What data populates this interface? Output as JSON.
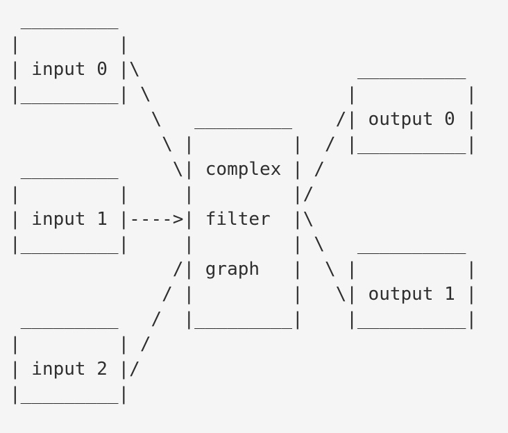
{
  "page": {
    "background_color": "#f5f5f5",
    "text_color": "#2e2e2e"
  },
  "diagram": {
    "type": "ascii-flow-diagram",
    "subject": "complex filtergraph",
    "ascii": " _________\n|         |\n| input 0 |\\                    __________\n|_________| \\                  |          |\n             \\   _________    /| output 0 |\n              \\ |         |  / |__________|\n _________     \\| complex | /\n|         |     |         |/\n| input 1 |---->| filter  |\\\n|_________|     |         | \\   __________\n               /| graph   |  \\ |          |\n              / |         |   \\| output 1 |\n _________   /  |_________|    |__________|\n|         | /\n| input 2 |/\n|_________|",
    "nodes": [
      {
        "id": "input-0",
        "label": "input 0"
      },
      {
        "id": "input-1",
        "label": "input 1"
      },
      {
        "id": "input-2",
        "label": "input 2"
      },
      {
        "id": "filtergraph",
        "label_lines": [
          "complex",
          "filter",
          "graph"
        ]
      },
      {
        "id": "output-0",
        "label": "output 0"
      },
      {
        "id": "output-1",
        "label": "output 1"
      }
    ],
    "edges": [
      {
        "from": "input-0",
        "to": "filtergraph",
        "style": "backslash-line"
      },
      {
        "from": "input-1",
        "to": "filtergraph",
        "style": "arrow ---->"
      },
      {
        "from": "input-2",
        "to": "filtergraph",
        "style": "slash-line"
      },
      {
        "from": "filtergraph",
        "to": "output-0",
        "style": "slash-line"
      },
      {
        "from": "filtergraph",
        "to": "output-1",
        "style": "backslash-line"
      }
    ]
  }
}
